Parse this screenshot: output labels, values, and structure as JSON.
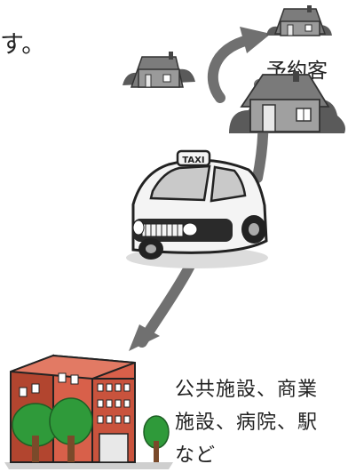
{
  "texts": {
    "top_fragment": "す。",
    "reservation_customer": "予約客",
    "destination_line1": "公共施設、商業",
    "destination_line2": "施設、病院、駅",
    "destination_line3": "など"
  },
  "icons": {
    "houses": [
      "house-icon",
      "house-icon",
      "house-icon"
    ],
    "taxi": "taxi-icon",
    "building": "hospital-building-icon",
    "route": "route-arrow-icon"
  },
  "colors": {
    "arrow": "#707070",
    "house_fill": "#8a8a8a",
    "house_bush": "#5a5a5a",
    "taxi_body": "#f4f4f4",
    "building": "#d8604a",
    "tree": "#2f9a3a"
  }
}
